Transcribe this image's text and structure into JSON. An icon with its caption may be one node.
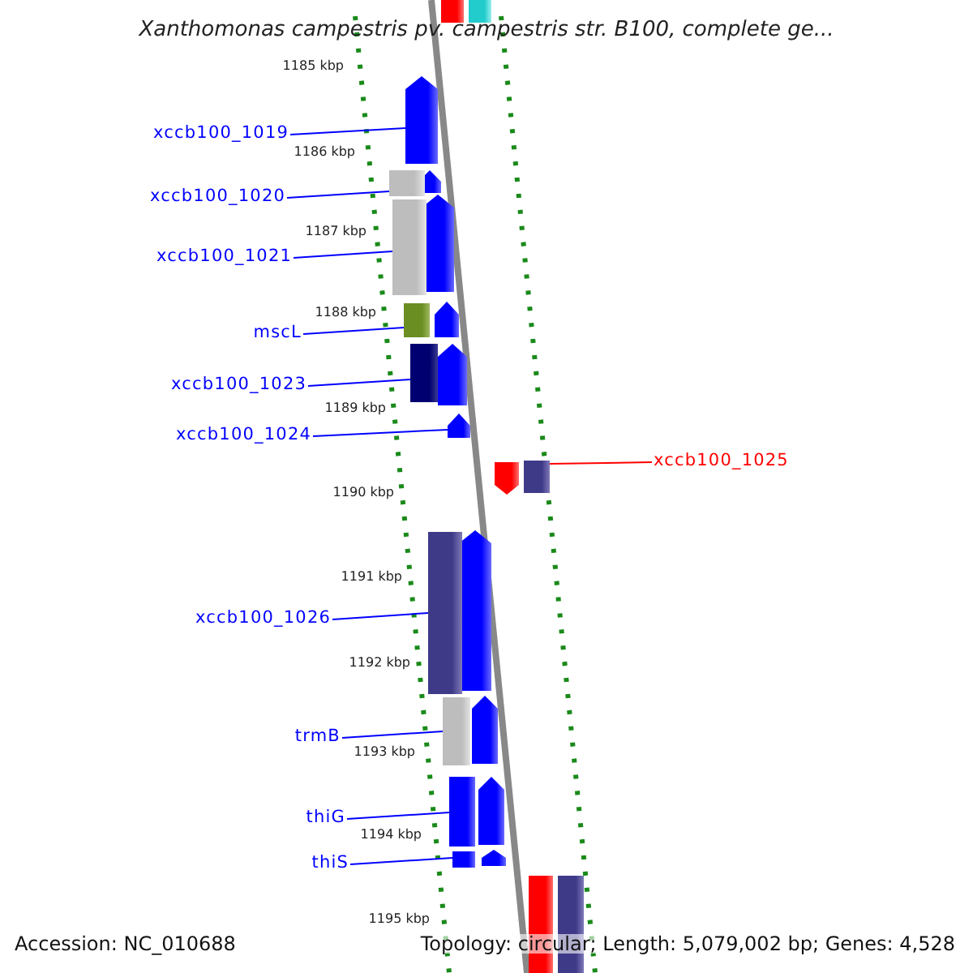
{
  "diagram": {
    "title": "Xanthomonas campestris pv. campestris str. B100, complete ge...",
    "nodes": [
      {
        "text": [
          "xccb100_1019"
        ]
      },
      {
        "text": [
          "xccb100_1020"
        ]
      },
      {
        "text": [
          "xccb100_1021"
        ]
      },
      {
        "text": [
          "mscL"
        ]
      },
      {
        "text": [
          "xccb100_1023"
        ]
      },
      {
        "text": [
          "xccb100_1024"
        ]
      },
      {
        "text": [
          "xccb100_1025"
        ]
      },
      {
        "text": [
          "xccb100_1026"
        ]
      },
      {
        "text": [
          "trmB"
        ]
      },
      {
        "text": [
          "thiG"
        ]
      },
      {
        "text": [
          "thiS"
        ]
      },
      {
        "text": [],
        "shape": "arrow"
      },
      {
        "text": [],
        "shape": "bar"
      },
      {
        "text": [],
        "shape": "bar"
      },
      {
        "text": [],
        "shape": "bar"
      },
      {
        "text": [],
        "shape": "bar"
      },
      {
        "text": [],
        "shape": "arrow"
      },
      {
        "text": [],
        "shape": "bar"
      },
      {
        "text": [],
        "shape": "bar"
      },
      {
        "text": [],
        "shape": "bar"
      },
      {
        "text": [],
        "shape": "bar"
      },
      {
        "text": [],
        "shape": "bar"
      }
    ],
    "edges": [
      {
        "from": 0,
        "to": 11,
        "arrow": "none"
      },
      {
        "from": 1,
        "to": 12,
        "arrow": "none"
      },
      {
        "from": 2,
        "to": 13,
        "arrow": "none"
      },
      {
        "from": 3,
        "to": 14,
        "arrow": "none"
      },
      {
        "from": 4,
        "to": 15,
        "arrow": "none"
      },
      {
        "from": 5,
        "to": 16,
        "arrow": "none"
      },
      {
        "from": 6,
        "to": 17,
        "arrow": "none",
        "color": "#ff0000"
      },
      {
        "from": 7,
        "to": 18,
        "arrow": "none"
      },
      {
        "from": 8,
        "to": 19,
        "arrow": "none"
      },
      {
        "from": 9,
        "to": 20,
        "arrow": "none"
      },
      {
        "from": 10,
        "to": 21,
        "arrow": "none"
      }
    ],
    "labels": [
      "1185 kbp",
      "1186 kbp",
      "1187 kbp",
      "1188 kbp",
      "1189 kbp",
      "1190 kbp",
      "1191 kbp",
      "1192 kbp",
      "1193 kbp",
      "1194 kbp",
      "1195 kbp",
      "Accession: NC_010688",
      "Topology: circular; Length: 5,079,002 bp; Genes: 4,528"
    ]
  }
}
